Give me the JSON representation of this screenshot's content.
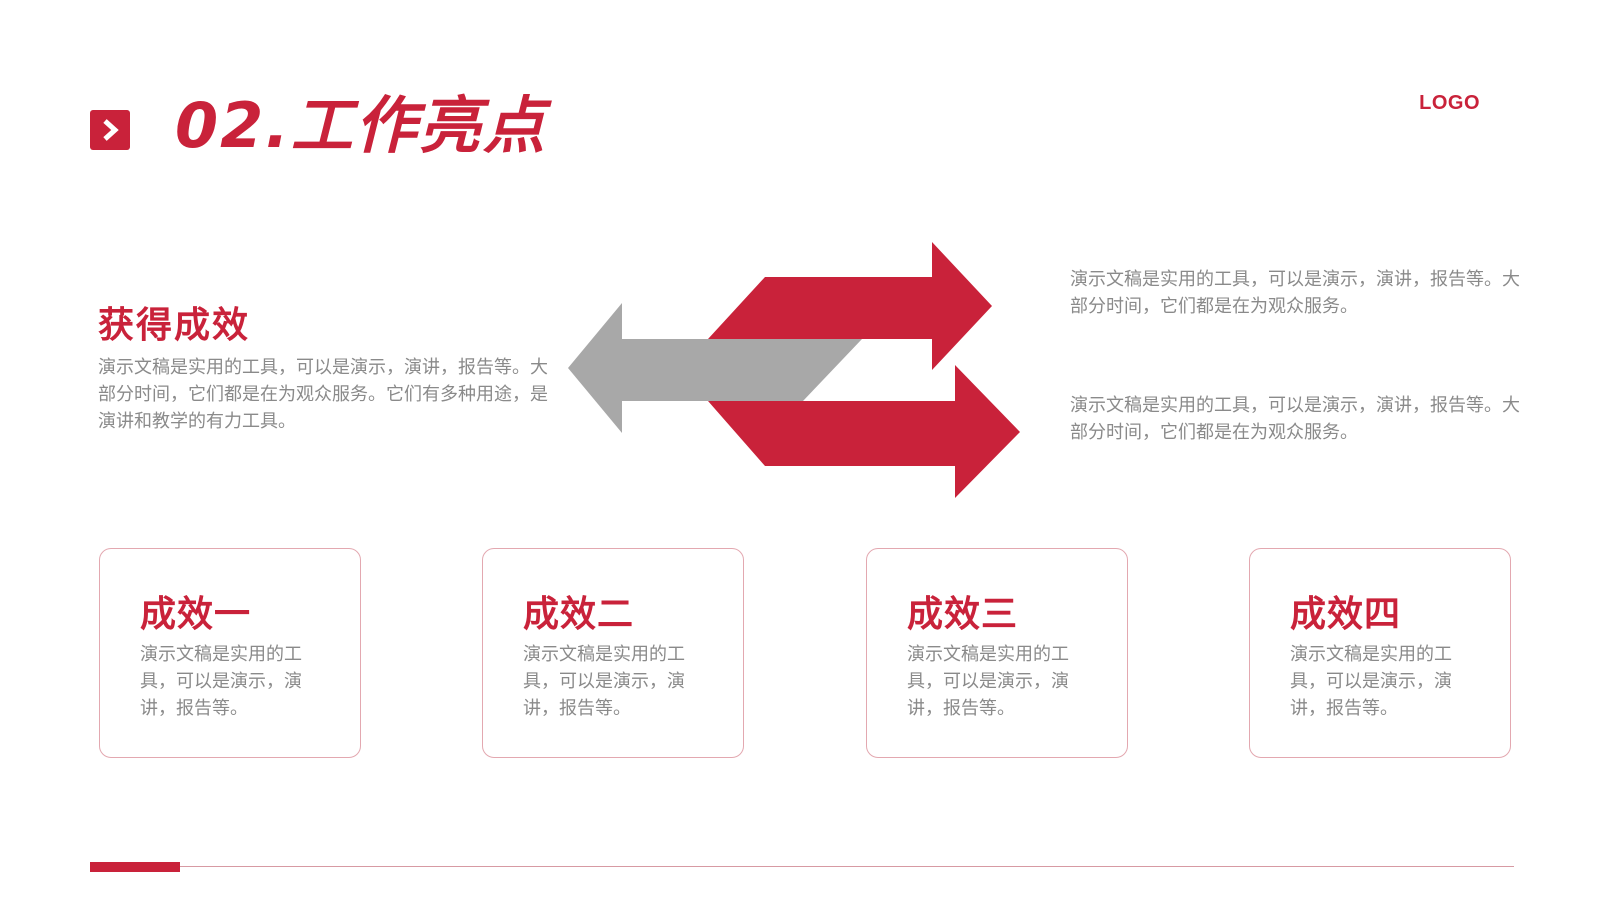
{
  "header": {
    "title": "02.工作亮点",
    "logo": "LOGO",
    "icon": "chevron-right-icon"
  },
  "intro": {
    "heading": "获得成效",
    "text": "演示文稿是实用的工具，可以是演示，演讲，报告等。大部分时间，它们都是在为观众服务。它们有多种用途，是演讲和教学的有力工具。"
  },
  "arrows_graphic": {
    "icons": [
      "red-arrow-right-icon",
      "gray-arrow-left-icon",
      "red-arrow-right-icon"
    ],
    "colors": {
      "red": "#c9223a",
      "gray": "#a8a8a8"
    }
  },
  "side_texts": [
    "演示文稿是实用的工具，可以是演示，演讲，报告等。大部分时间，它们都是在为观众服务。",
    "演示文稿是实用的工具，可以是演示，演讲，报告等。大部分时间，它们都是在为观众服务。"
  ],
  "cards": [
    {
      "title": "成效一",
      "text": "演示文稿是实用的工具，可以是演示，演讲，报告等。"
    },
    {
      "title": "成效二",
      "text": "演示文稿是实用的工具，可以是演示，演讲，报告等。"
    },
    {
      "title": "成效三",
      "text": "演示文稿是实用的工具，可以是演示，演讲，报告等。"
    },
    {
      "title": "成效四",
      "text": "演示文稿是实用的工具，可以是演示，演讲，报告等。"
    }
  ],
  "theme": {
    "accent": "#c9223a",
    "text_gray": "#8a8a8a",
    "card_border": "#e3a8b0"
  }
}
